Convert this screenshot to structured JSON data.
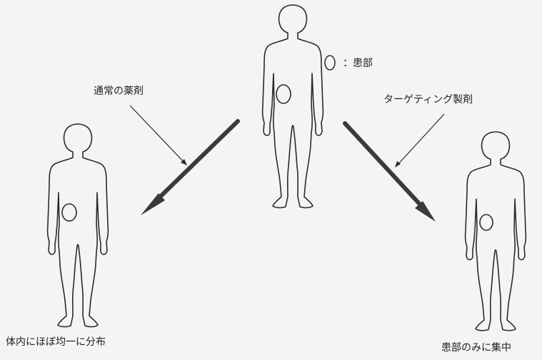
{
  "legend": {
    "text": "：患部"
  },
  "labels": {
    "conventional_drug": "通常の薬剤",
    "targeting_drug": "ターゲティング製剤",
    "uniform_distribution": "体内にほぼ均一に分布",
    "concentrated": "患部のみに集中"
  },
  "colors": {
    "outline": "#2a2a2a",
    "arrow": "#3a3a3a",
    "background": "#f4f4f2"
  }
}
